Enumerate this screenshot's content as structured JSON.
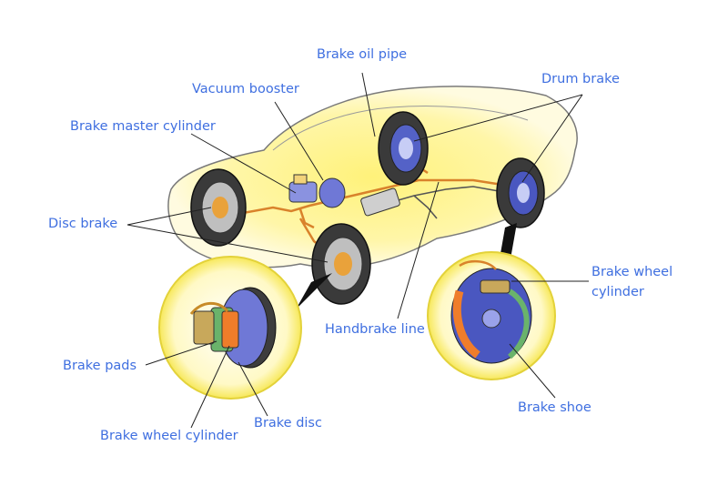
{
  "labels": {
    "brake_oil_pipe": "Brake oil pipe",
    "vacuum_booster": "Vacuum booster",
    "brake_master_cylinder": "Brake master cylinder",
    "drum_brake": "Drum brake",
    "disc_brake": "Disc brake",
    "handbrake_line": "Handbrake line",
    "brake_wheel_cylinder_drum": "Brake wheel cylinder",
    "brake_pads": "Brake pads",
    "brake_disc": "Brake disc",
    "brake_wheel_cylinder_disc": "Brake wheel cylinder",
    "brake_shoe": "Brake shoe"
  },
  "colors": {
    "label_text": "#3f6fe0",
    "car_body": "#fff27a",
    "leader_line": "#222222",
    "brake_pipe": "#d9822b",
    "wheel_tire": "#2a2a2a",
    "drum": "#4a57c0",
    "disc_rotor": "#6f78d6",
    "pad_orange": "#ef7d2a",
    "shoe_green": "#6ab36b"
  }
}
